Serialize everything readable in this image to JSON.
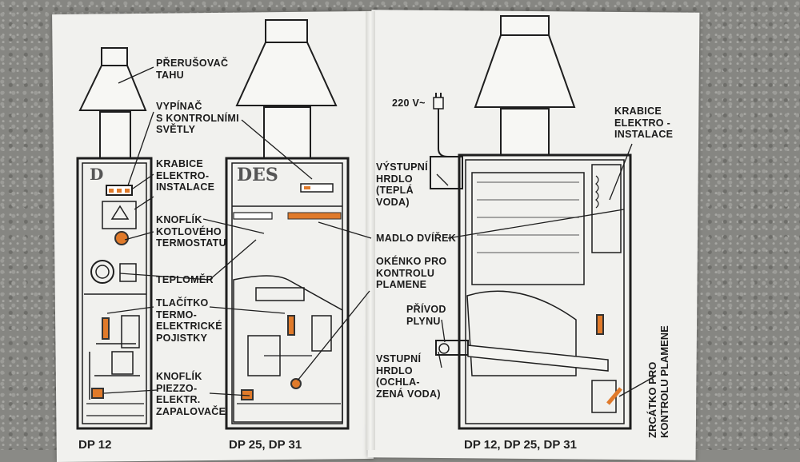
{
  "labels": {
    "prerusovac": "PŘERUŠOVAČ\nTAHU",
    "vypinac": "VYPÍNAČ\nS KONTROLNÍMI\nSVĚTLY",
    "krabice_left": "KRABICE\nELEKTRO-\nINSTALACE",
    "knoflik_termostat": "KNOFLÍK\nKOTLOVÉHO\nTERMOSTATU",
    "teplomer": "TEPLOMĚR",
    "tlacitko": "TLAČÍTKO\nTERMO-\nELEKTRICKÉ\nPOJISTKY",
    "knoflik_piezo": "KNOFLÍK\nPIEZZO-\nELEKTR.\nZAPALOVAČE",
    "voltage": "220 V~",
    "vystupni": "VÝSTUPNÍ\nHRDLO\n(TEPLÁ\nVODA)",
    "madlo": "MADLO DVÍŘEK",
    "okenko": "OKÉNKO PRO\nKONTROLU\nPLAMENE",
    "privod": "PŘÍVOD\nPLYNU",
    "vstupni": "VSTUPNÍ\nHRDLO\n(OCHLA-\nZENÁ VODA)",
    "krabice_right": "KRABICE\nELEKTRO -\nINSTALACE",
    "zrcatko": "ZRCÁTKO PRO\nKONTROLU PLAMENE"
  },
  "brands": {
    "left": "D",
    "middle": "DES"
  },
  "captions": {
    "left": "DP 12",
    "middle": "DP 25, DP 31",
    "right": "DP 12, DP 25, DP 31"
  },
  "colors": {
    "accent": "#e07a2a",
    "ink": "#1b1b1b",
    "paper": "#f1f1ee"
  }
}
